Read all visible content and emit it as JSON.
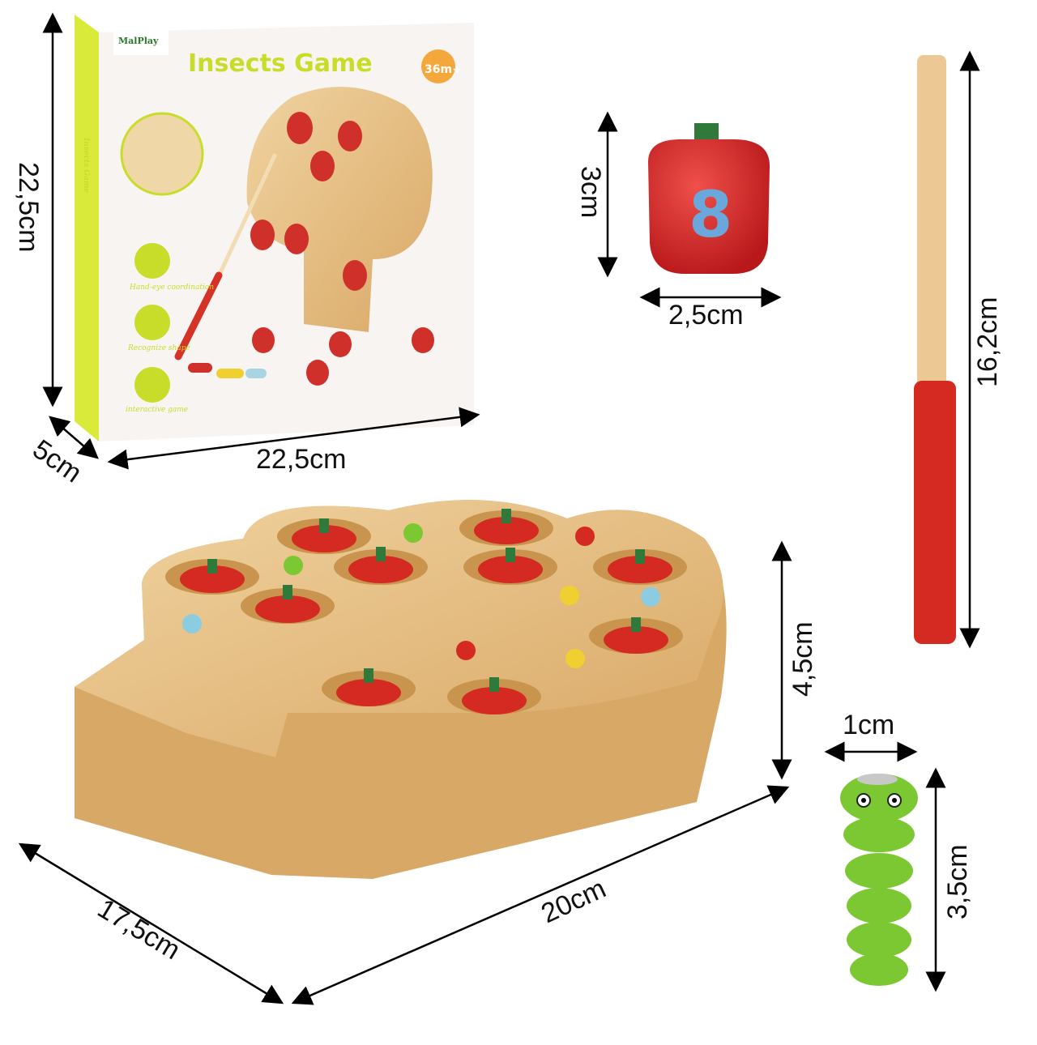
{
  "box": {
    "brand": "MalPlay",
    "title": "Insects Game",
    "age_badge": "36m+",
    "side_title": "Insects Game",
    "features": [
      "Hand-eye coordination",
      "Recognize shape",
      "interactive game"
    ]
  },
  "dimensions": {
    "box_height": "22,5cm",
    "box_width": "22,5cm",
    "box_depth": "5cm",
    "apple_height": "3cm",
    "apple_width": "2,5cm",
    "stick_length": "16,2cm",
    "board_height": "4,5cm",
    "board_depth": "17,5cm",
    "board_width": "20cm",
    "worm_width": "1cm",
    "worm_height": "3,5cm"
  },
  "apple_number": "8",
  "colors": {
    "box_green": "#c8dc2a",
    "apple_red": "#d42a22",
    "wood": "#e8c48e",
    "worm_green": "#7cc832"
  }
}
